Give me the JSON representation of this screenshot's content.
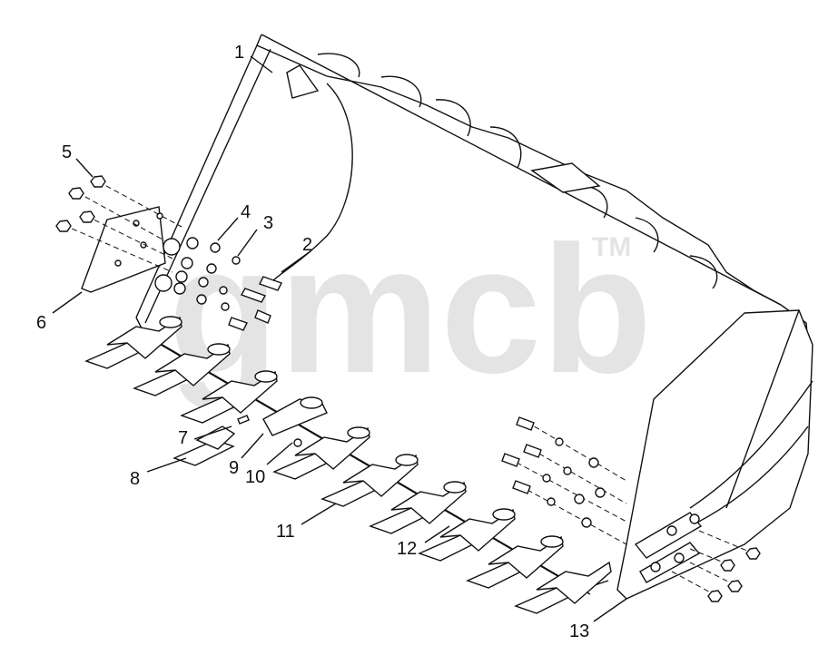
{
  "diagram": {
    "callouts": [
      {
        "id": "1",
        "label": "1"
      },
      {
        "id": "2",
        "label": "2"
      },
      {
        "id": "3",
        "label": "3"
      },
      {
        "id": "4",
        "label": "4"
      },
      {
        "id": "5",
        "label": "5"
      },
      {
        "id": "6",
        "label": "6"
      },
      {
        "id": "7",
        "label": "7"
      },
      {
        "id": "8",
        "label": "8"
      },
      {
        "id": "9",
        "label": "9"
      },
      {
        "id": "10",
        "label": "10"
      },
      {
        "id": "11",
        "label": "11"
      },
      {
        "id": "12",
        "label": "12"
      },
      {
        "id": "13",
        "label": "13"
      }
    ],
    "watermark": {
      "text": "gmcb",
      "tm": "TM"
    }
  }
}
